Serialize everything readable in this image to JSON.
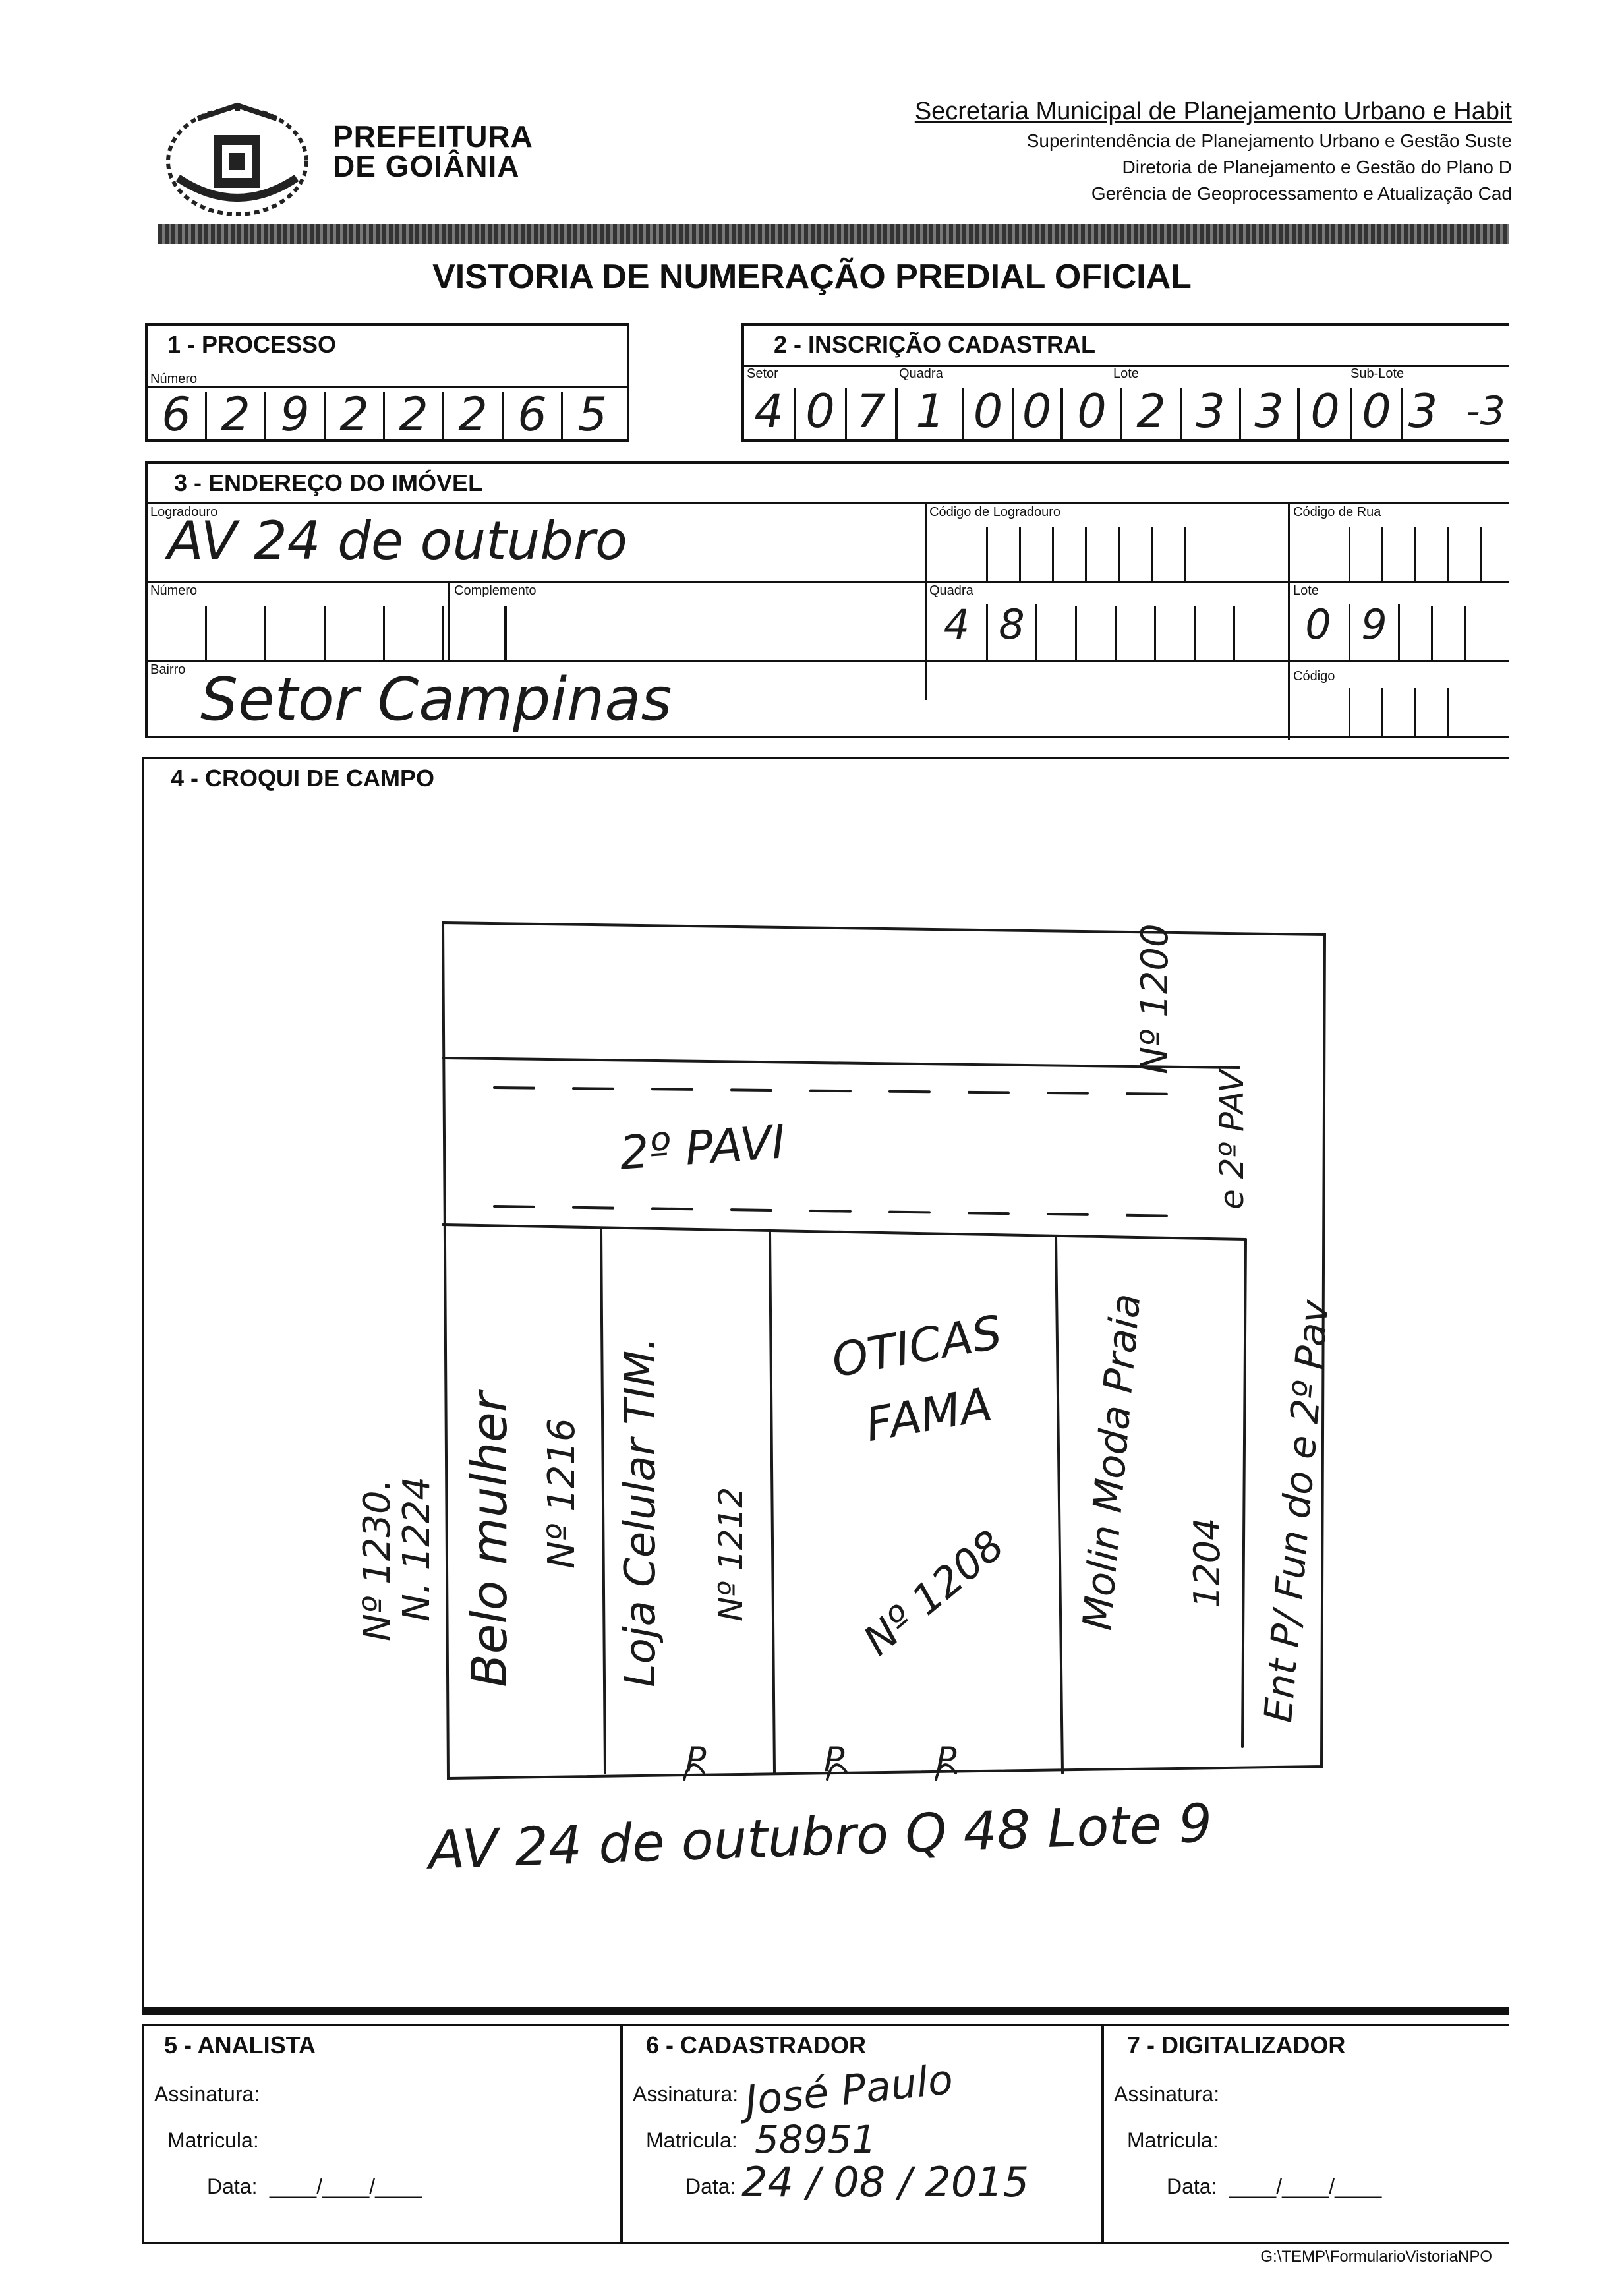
{
  "header": {
    "prefeitura_line1": "PREFEITURA",
    "prefeitura_line2": "DE GOIÂNIA",
    "secretaria": "Secretaria Municipal de Planejamento Urbano e Habit",
    "superintendencia": "Superintendência de Planejamento Urbano e Gestão Suste",
    "diretoria": "Diretoria de Planejamento e Gestão do Plano D",
    "gerencia": "Gerência de Geoprocessamento e Atualização Cad"
  },
  "form_title": "VISTORIA DE NUMERAÇÃO PREDIAL OFICIAL",
  "processo": {
    "title": "1 - PROCESSO",
    "numero_label": "Número",
    "digits": [
      "6",
      "2",
      "9",
      "2",
      "2",
      "2",
      "6",
      "5"
    ]
  },
  "inscricao": {
    "title": "2 - INSCRIÇÃO CADASTRAL",
    "setor_label": "Setor",
    "quadra_label": "Quadra",
    "lote_label": "Lote",
    "sublote_label": "Sub-Lote",
    "digits": [
      "4",
      "0",
      "7",
      "1",
      "0",
      "0",
      "0",
      "2",
      "3",
      "3",
      "0",
      "0",
      "3"
    ],
    "extra_mark": "-3"
  },
  "endereco": {
    "title": "3 - ENDEREÇO DO IMÓVEL",
    "logradouro_label": "Logradouro",
    "logradouro_value": "AV 24 de outubro",
    "codigo_logradouro_label": "Código de Logradouro",
    "codigo_rua_label": "Código de Rua",
    "numero_label": "Número",
    "complemento_label": "Complemento",
    "quadra_label": "Quadra",
    "quadra_digits": [
      "4",
      "8"
    ],
    "lote_label": "Lote",
    "lote_digits": [
      "0",
      "9"
    ],
    "bairro_label": "Bairro",
    "bairro_value": "Setor Campinas",
    "codigo_label": "Código"
  },
  "croqui": {
    "title": "4 - CROQUI DE CAMPO",
    "pavimento": "2º PAVI",
    "right_top": "Nº 1200",
    "right_top2": "e 2º PAV",
    "left_numbers": "Nº 1230.",
    "left_numbers2": "N. 1224",
    "shops": [
      {
        "name": "Belo mulher",
        "num": "Nº 1216"
      },
      {
        "name": "Loja Celular TIM.",
        "num": "Nº 1212"
      },
      {
        "name": "OTICAS FAMA",
        "num": "Nº 1208"
      },
      {
        "name": "Molin Moda Praia",
        "num": "1204"
      },
      {
        "name": "Ent P/ Fun do e 2º Pav",
        "num": ""
      }
    ],
    "door_marks": [
      "P",
      "P",
      "P"
    ],
    "bottom_note": "AV 24 de outubro Q 48 Lote 9"
  },
  "analista": {
    "title": "5 - ANALISTA",
    "assinatura_label": "Assinatura:",
    "matricula_label": "Matricula:",
    "data_label": "Data:",
    "data_blank": "____/____/____"
  },
  "cadastrador": {
    "title": "6 - CADASTRADOR",
    "assinatura_label": "Assinatura:",
    "assinatura_value": "José Paulo",
    "matricula_label": "Matricula:",
    "matricula_value": "58951",
    "data_label": "Data:",
    "data_value": "24 / 08 / 2015"
  },
  "digitalizador": {
    "title": "7 - DIGITALIZADOR",
    "assinatura_label": "Assinatura:",
    "matricula_label": "Matricula:",
    "data_label": "Data:",
    "data_blank": "____/____/____"
  },
  "footer_path": "G:\\TEMP\\FormularioVistoriaNPO"
}
